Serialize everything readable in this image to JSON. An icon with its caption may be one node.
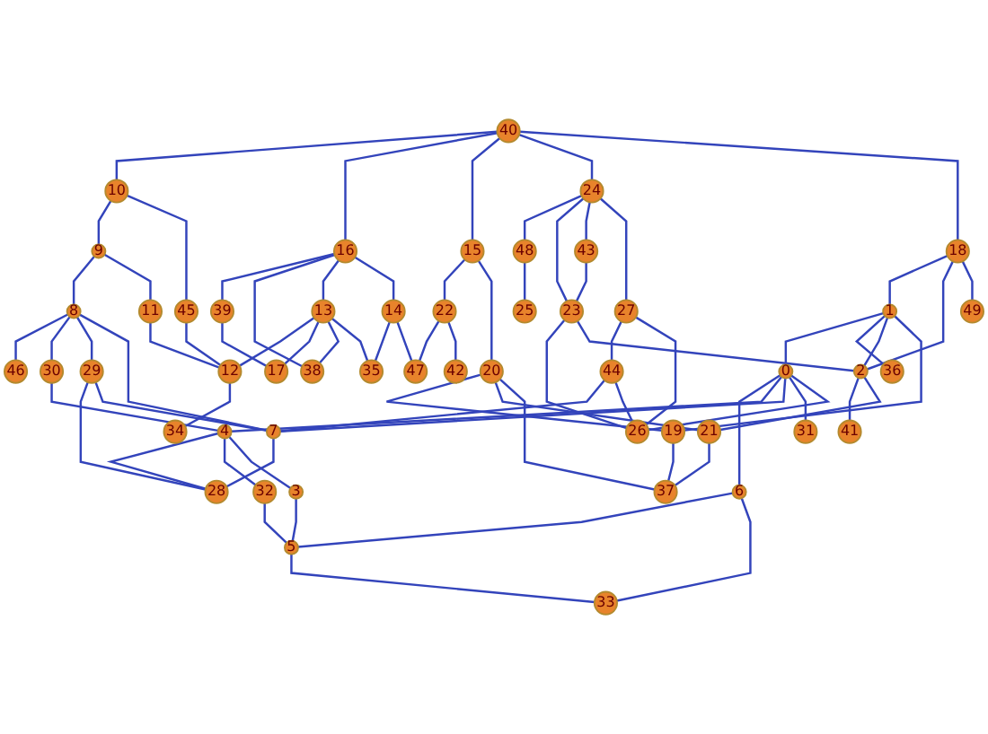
{
  "diagram": {
    "nodes": [
      {
        "text": [
          "0"
        ]
      },
      {
        "text": [
          "1"
        ]
      },
      {
        "text": [
          "2"
        ]
      },
      {
        "text": [
          "3"
        ]
      },
      {
        "text": [
          "4"
        ]
      },
      {
        "text": [
          "5"
        ]
      },
      {
        "text": [
          "6"
        ]
      },
      {
        "text": [
          "7"
        ]
      },
      {
        "text": [
          "8"
        ]
      },
      {
        "text": [
          "9"
        ]
      },
      {
        "text": [
          "10"
        ]
      },
      {
        "text": [
          "11"
        ]
      },
      {
        "text": [
          "12"
        ]
      },
      {
        "text": [
          "13"
        ]
      },
      {
        "text": [
          "14"
        ]
      },
      {
        "text": [
          "15"
        ]
      },
      {
        "text": [
          "16"
        ]
      },
      {
        "text": [
          "17"
        ]
      },
      {
        "text": [
          "18"
        ]
      },
      {
        "text": [
          "19"
        ]
      },
      {
        "text": [
          "20"
        ]
      },
      {
        "text": [
          "21"
        ]
      },
      {
        "text": [
          "22"
        ]
      },
      {
        "text": [
          "23"
        ]
      },
      {
        "text": [
          "24"
        ]
      },
      {
        "text": [
          "25"
        ]
      },
      {
        "text": [
          "26"
        ]
      },
      {
        "text": [
          "27"
        ]
      },
      {
        "text": [
          "28"
        ]
      },
      {
        "text": [
          "29"
        ]
      },
      {
        "text": [
          "30"
        ]
      },
      {
        "text": [
          "31"
        ]
      },
      {
        "text": [
          "32"
        ]
      },
      {
        "text": [
          "33"
        ]
      },
      {
        "text": [
          "34"
        ]
      },
      {
        "text": [
          "35"
        ]
      },
      {
        "text": [
          "36"
        ]
      },
      {
        "text": [
          "37"
        ]
      },
      {
        "text": [
          "38"
        ]
      },
      {
        "text": [
          "39"
        ]
      },
      {
        "text": [
          "40"
        ]
      },
      {
        "text": [
          "41"
        ]
      },
      {
        "text": [
          "42"
        ]
      },
      {
        "text": [
          "43"
        ]
      },
      {
        "text": [
          "44"
        ]
      },
      {
        "text": [
          "45"
        ]
      },
      {
        "text": [
          "46"
        ]
      },
      {
        "text": [
          "47"
        ]
      },
      {
        "text": [
          "48"
        ]
      },
      {
        "text": [
          "49"
        ]
      }
    ],
    "edges": [
      {
        "from": 8,
        "to": 46,
        "arrow": "none"
      },
      {
        "from": 8,
        "to": 30,
        "arrow": "none"
      },
      {
        "from": 30,
        "to": 4,
        "arrow": "none"
      },
      {
        "from": 8,
        "to": 29,
        "arrow": "none"
      },
      {
        "from": 29,
        "to": 28,
        "arrow": "none"
      },
      {
        "from": 4,
        "to": 28,
        "arrow": "none"
      },
      {
        "from": 29,
        "to": 7,
        "arrow": "none"
      },
      {
        "from": 8,
        "to": 7,
        "arrow": "none"
      },
      {
        "from": 7,
        "to": 28,
        "arrow": "none"
      },
      {
        "from": 4,
        "to": 32,
        "arrow": "none"
      },
      {
        "from": 4,
        "to": 3,
        "arrow": "none"
      },
      {
        "from": 32,
        "to": 5,
        "arrow": "none"
      },
      {
        "from": 3,
        "to": 5,
        "arrow": "none"
      },
      {
        "from": 5,
        "to": 33,
        "arrow": "none"
      },
      {
        "from": 6,
        "to": 5,
        "arrow": "none"
      },
      {
        "from": 6,
        "to": 33,
        "arrow": "none"
      },
      {
        "from": 0,
        "to": 6,
        "arrow": "none"
      },
      {
        "from": 0,
        "to": 4,
        "arrow": "none"
      },
      {
        "from": 0,
        "to": 7,
        "arrow": "none"
      },
      {
        "from": 0,
        "to": 31,
        "arrow": "none"
      },
      {
        "from": 1,
        "to": 0,
        "arrow": "none"
      },
      {
        "from": 0,
        "to": 26,
        "arrow": "none"
      },
      {
        "from": 44,
        "to": 7,
        "arrow": "none"
      },
      {
        "from": 44,
        "to": 26,
        "arrow": "none"
      },
      {
        "from": 27,
        "to": 44,
        "arrow": "none"
      },
      {
        "from": 27,
        "to": 26,
        "arrow": "none"
      },
      {
        "from": 23,
        "to": 26,
        "arrow": "none"
      },
      {
        "from": 9,
        "to": 8,
        "arrow": "none"
      },
      {
        "from": 9,
        "to": 11,
        "arrow": "none"
      },
      {
        "from": 10,
        "to": 9,
        "arrow": "none"
      },
      {
        "from": 11,
        "to": 12,
        "arrow": "none"
      },
      {
        "from": 12,
        "to": 34,
        "arrow": "none"
      },
      {
        "from": 45,
        "to": 12,
        "arrow": "none"
      },
      {
        "from": 10,
        "to": 45,
        "arrow": "none"
      },
      {
        "from": 13,
        "to": 12,
        "arrow": "none"
      },
      {
        "from": 40,
        "to": 10,
        "arrow": "none"
      },
      {
        "from": 13,
        "to": 17,
        "arrow": "none"
      },
      {
        "from": 39,
        "to": 17,
        "arrow": "none"
      },
      {
        "from": 16,
        "to": 39,
        "arrow": "none"
      },
      {
        "from": 13,
        "to": 38,
        "arrow": "none"
      },
      {
        "from": 16,
        "to": 38,
        "arrow": "none"
      },
      {
        "from": 16,
        "to": 13,
        "arrow": "none"
      },
      {
        "from": 13,
        "to": 35,
        "arrow": "none"
      },
      {
        "from": 14,
        "to": 35,
        "arrow": "none"
      },
      {
        "from": 16,
        "to": 14,
        "arrow": "none"
      },
      {
        "from": 40,
        "to": 16,
        "arrow": "none"
      },
      {
        "from": 14,
        "to": 47,
        "arrow": "none"
      },
      {
        "from": 22,
        "to": 47,
        "arrow": "none"
      },
      {
        "from": 15,
        "to": 22,
        "arrow": "none"
      },
      {
        "from": 22,
        "to": 42,
        "arrow": "none"
      },
      {
        "from": 24,
        "to": 48,
        "arrow": "none"
      },
      {
        "from": 48,
        "to": 25,
        "arrow": "none"
      },
      {
        "from": 40,
        "to": 15,
        "arrow": "none"
      },
      {
        "from": 15,
        "to": 20,
        "arrow": "none"
      },
      {
        "from": 40,
        "to": 24,
        "arrow": "none"
      },
      {
        "from": 40,
        "to": 18,
        "arrow": "none"
      },
      {
        "from": 24,
        "to": 23,
        "arrow": "none"
      },
      {
        "from": 24,
        "to": 43,
        "arrow": "none"
      },
      {
        "from": 43,
        "to": 23,
        "arrow": "none"
      },
      {
        "from": 18,
        "to": 1,
        "arrow": "none"
      },
      {
        "from": 18,
        "to": 2,
        "arrow": "none"
      },
      {
        "from": 23,
        "to": 2,
        "arrow": "none"
      },
      {
        "from": 18,
        "to": 49,
        "arrow": "none"
      },
      {
        "from": 24,
        "to": 27,
        "arrow": "none"
      },
      {
        "from": 1,
        "to": 36,
        "arrow": "none"
      },
      {
        "from": 1,
        "to": 2,
        "arrow": "none"
      },
      {
        "from": 1,
        "to": 19,
        "arrow": "none"
      },
      {
        "from": 2,
        "to": 41,
        "arrow": "none"
      },
      {
        "from": 2,
        "to": 21,
        "arrow": "none"
      },
      {
        "from": 20,
        "to": 19,
        "arrow": "none"
      },
      {
        "from": 19,
        "to": 37,
        "arrow": "none"
      },
      {
        "from": 20,
        "to": 21,
        "arrow": "none"
      },
      {
        "from": 20,
        "to": 37,
        "arrow": "none"
      },
      {
        "from": 21,
        "to": 37,
        "arrow": "none"
      }
    ]
  }
}
